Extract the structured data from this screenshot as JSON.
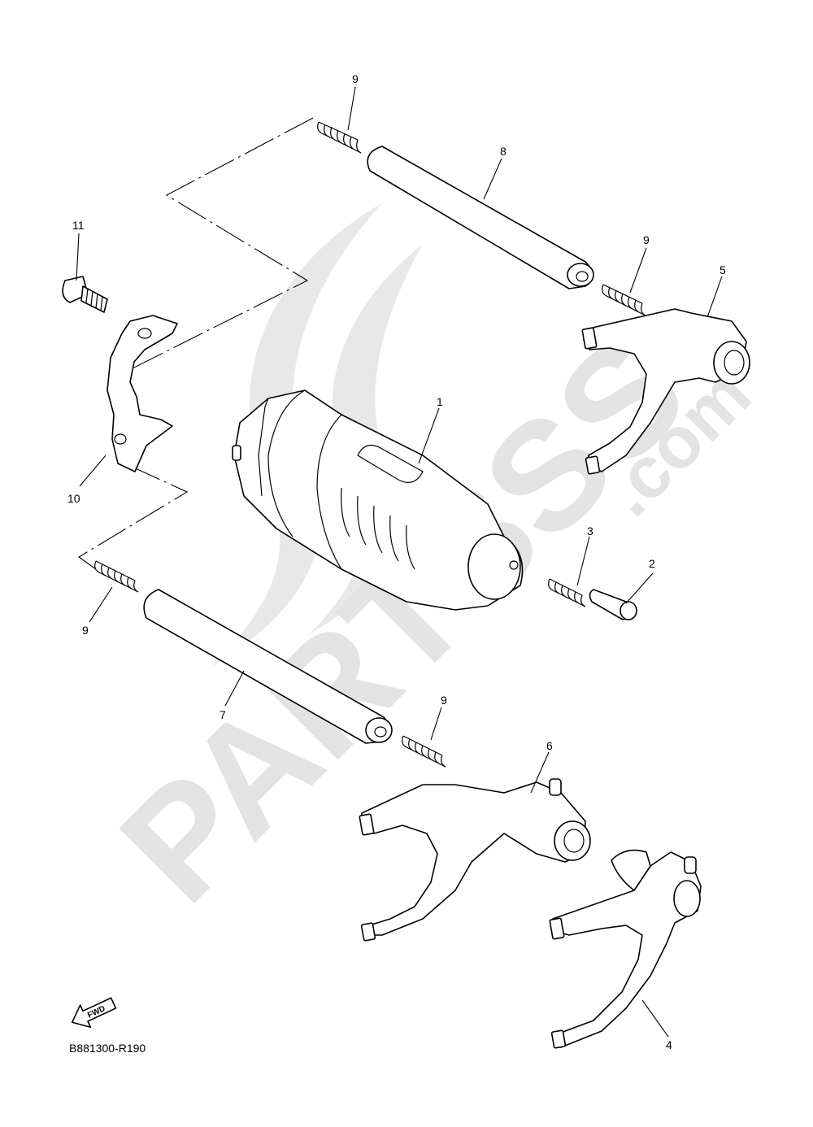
{
  "diagram": {
    "code": "B881300-R190",
    "fwd_label": "FWD",
    "watermark_main": "PARTSSS",
    "watermark_domain": ".com"
  },
  "callouts": [
    {
      "id": "c1",
      "text": "1"
    },
    {
      "id": "c2",
      "text": "2"
    },
    {
      "id": "c3",
      "text": "3"
    },
    {
      "id": "c4",
      "text": "4"
    },
    {
      "id": "c5",
      "text": "5"
    },
    {
      "id": "c6",
      "text": "6"
    },
    {
      "id": "c7",
      "text": "7"
    },
    {
      "id": "c8",
      "text": "8"
    },
    {
      "id": "c9a",
      "text": "9"
    },
    {
      "id": "c9b",
      "text": "9"
    },
    {
      "id": "c9c",
      "text": "9"
    },
    {
      "id": "c9d",
      "text": "9"
    },
    {
      "id": "c10",
      "text": "10"
    },
    {
      "id": "c11",
      "text": "11"
    }
  ]
}
